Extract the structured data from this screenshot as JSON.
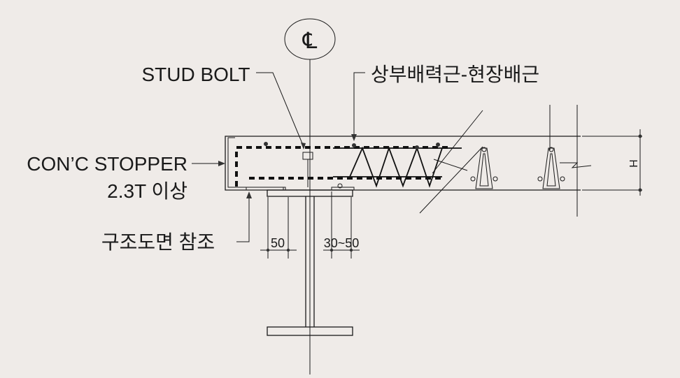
{
  "symbol": {
    "centerline": "℄"
  },
  "labels": {
    "stud_bolt": "STUD BOLT",
    "top_rebar": "상부배력근-현장배근",
    "stopper_line1": "CON’C STOPPER",
    "stopper_line2": "2.3T 이상",
    "structural_ref": "구조도면 참조",
    "height": "H"
  },
  "dimensions": {
    "flange_edge": "50",
    "plate_edge": "30~50"
  }
}
